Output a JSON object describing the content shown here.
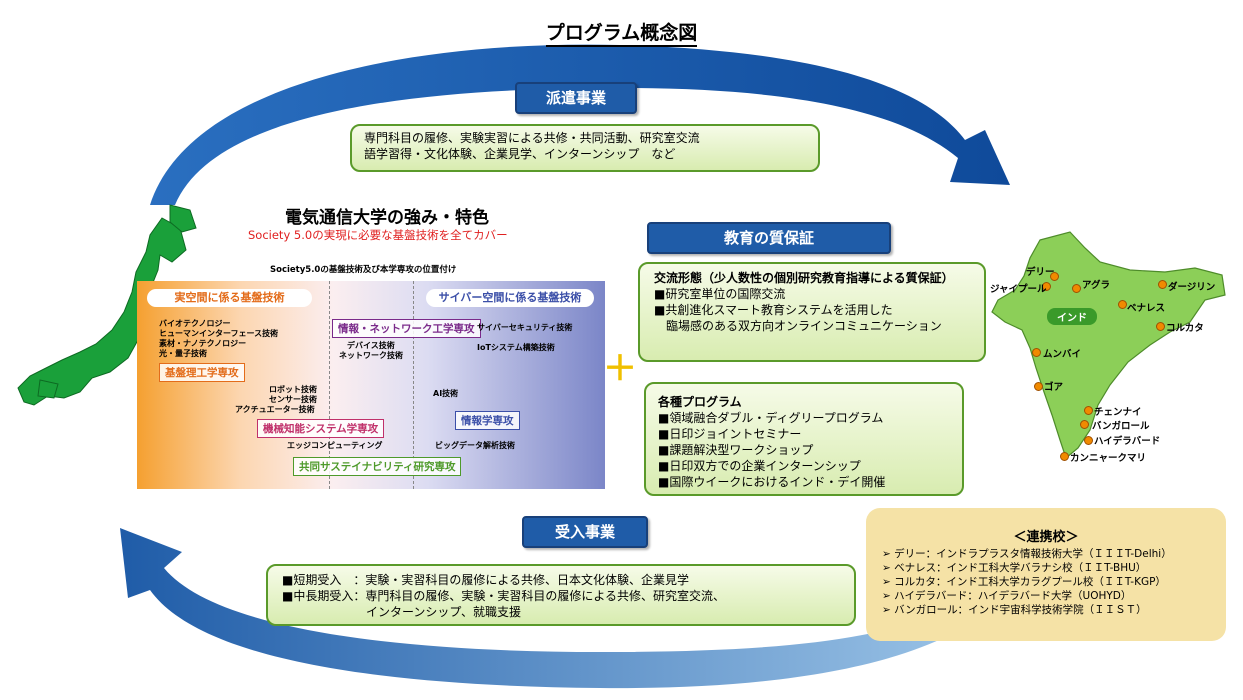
{
  "title": "プログラム概念図",
  "dispatch": {
    "label": "派遣事業",
    "lines": [
      "専門科目の履修、実験実習による共修・共同活動、研究室交流",
      "語学習得・文化体験、企業見学、インターンシップ　など"
    ]
  },
  "strengths": {
    "title": "電気通信大学の強み・特色",
    "subtitle": "Society 5.0の実現に必要な基盤技術を全てカバー"
  },
  "chart": {
    "caption": "Society5.0の基盤技術及び本学専攻の位置付け",
    "real_space": "実空間に係る基盤技術",
    "cyber_space": "サイバー空間に係る基盤技術",
    "majors": {
      "info_network": "情報・ネットワーク工学専攻",
      "fundamental": "基盤理工学専攻",
      "mechanical": "機械知能システム学専攻",
      "informatics": "情報学専攻",
      "sustainability": "共同サステイナビリティ研究専攻"
    },
    "techs": {
      "bio": "バイオテクノロジー",
      "hif": "ヒューマンインターフェース技術",
      "material": "素材・ナノテクノロジー",
      "optical": "光・量子技術",
      "device": "デバイス技術",
      "network": "ネットワーク技術",
      "cyber": "サイバーセキュリティ技術",
      "iot": "IoTシステム構築技術",
      "robot": "ロボット技術",
      "sensor": "センサー技術",
      "actuator": "アクチュエーター技術",
      "ai": "AI技術",
      "edge": "エッジコンピューティング",
      "bigdata": "ビッグデータ解析技術"
    }
  },
  "quality": {
    "label": "教育の質保証",
    "exchange_title": "交流形態（少人数性の個別研究教育指導による質保証）",
    "exchange_lines": [
      "■研究室単位の国際交流",
      "■共創進化スマート教育システムを活用した",
      "　臨場感のある双方向オンラインコミュニケーション"
    ],
    "programs_title": "各種プログラム",
    "programs_lines": [
      "■領域融合ダブル・ディグリープログラム",
      "■日印ジョイントセミナー",
      "■課題解決型ワークショップ",
      "■日印双方での企業インターンシップ",
      "■国際ウイークにおけるインド・デイ開催"
    ]
  },
  "plus": "＋",
  "acceptance": {
    "label": "受入事業",
    "lines": [
      "■短期受入　：実験・実習科目の履修による共修、日本文化体験、企業見学",
      "■中長期受入：専門科目の履修、実験・実習科目の履修による共修、研究室交流、",
      "　　　　　　　インターンシップ、就職支援"
    ]
  },
  "india": {
    "label": "インド",
    "cities": {
      "delhi": "デリー",
      "jaipur": "ジャイプール",
      "agra": "アグラ",
      "darjeeling": "ダージリン",
      "varanasi": "ベナレス",
      "kolkata": "コルカタ",
      "mumbai": "ムンバイ",
      "goa": "ゴア",
      "chennai": "チェンナイ",
      "bangalore": "バンガロール",
      "hyderabad": "ハイデラバード",
      "kanyakumari": "カンニャークマリ"
    }
  },
  "partners": {
    "title": "＜連携校＞",
    "items": [
      "デリー：インドラプラスタ情報技術大学（ＩＩＩT-Delhi）",
      "ベナレス：インド工科大学バラナシ校（ＩＩT-BHU）",
      "コルカタ：インド工科大学カラグプール校（ＩＩT-KGP）",
      "ハイデラバード：ハイデラバード大学（UOHYD）",
      "バンガロール：インド宇宙科学技術学院（ＩＩＳＴ）"
    ],
    "bullet": "➢"
  },
  "colors": {
    "arrow_blue": "#1f5ca8",
    "japan_green": "#1aa03a",
    "india_green": "#8ccf58",
    "box_border": "#5a9a2a",
    "partner_bg": "#f5e2a6",
    "plus_yellow": "#f0c000"
  }
}
